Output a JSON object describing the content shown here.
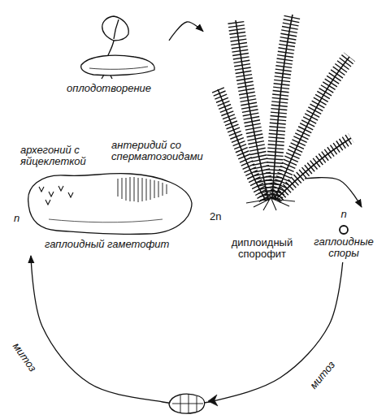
{
  "diagram": {
    "nodes": [
      {
        "text": [
          "оплодотворение"
        ]
      },
      {
        "text": [
          "2n",
          "диплоидный спорофит"
        ]
      },
      {
        "text": [
          "n",
          "гаплоидные споры"
        ]
      },
      {
        "text": [
          "архегоний с яйцеклеткой",
          "антеридий со сперматозоидами",
          "n",
          "гаплоидный гаметофит"
        ]
      }
    ],
    "edges": [
      {
        "from": 0,
        "to": 1,
        "arrow": "to"
      },
      {
        "from": 1,
        "to": 2,
        "arrow": "to"
      },
      {
        "from": 2,
        "to": 3,
        "arrow": "to",
        "label": "митоз"
      }
    ],
    "labels": [
      "митоз"
    ]
  }
}
